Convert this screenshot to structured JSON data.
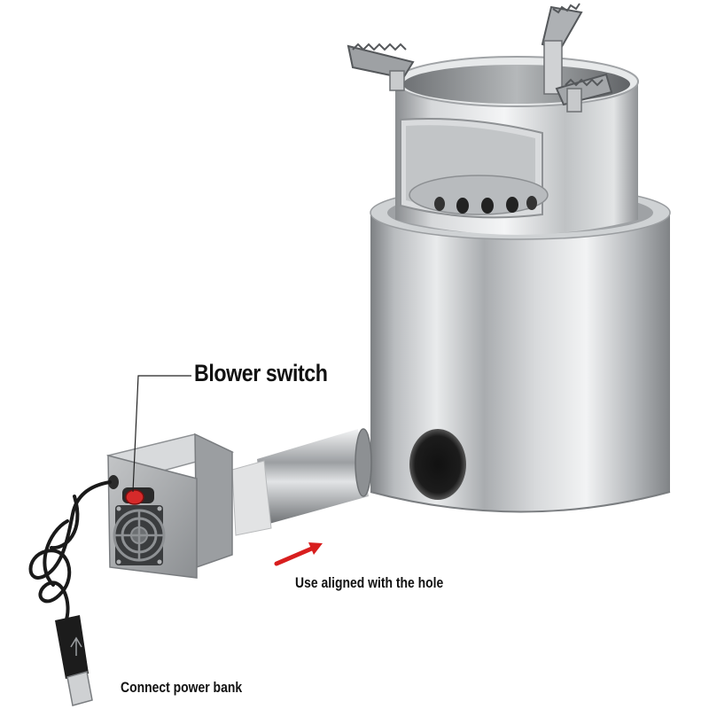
{
  "labels": {
    "blower_switch": "Blower switch",
    "use_aligned": "Use aligned with the hole",
    "connect_power": "Connect power bank"
  },
  "colors": {
    "steel_dark": "#8a8d90",
    "steel_light": "#e6e8ea",
    "arrow": "#d81e1e",
    "switch": "#d62a2a",
    "cable": "#1a1a1a"
  }
}
